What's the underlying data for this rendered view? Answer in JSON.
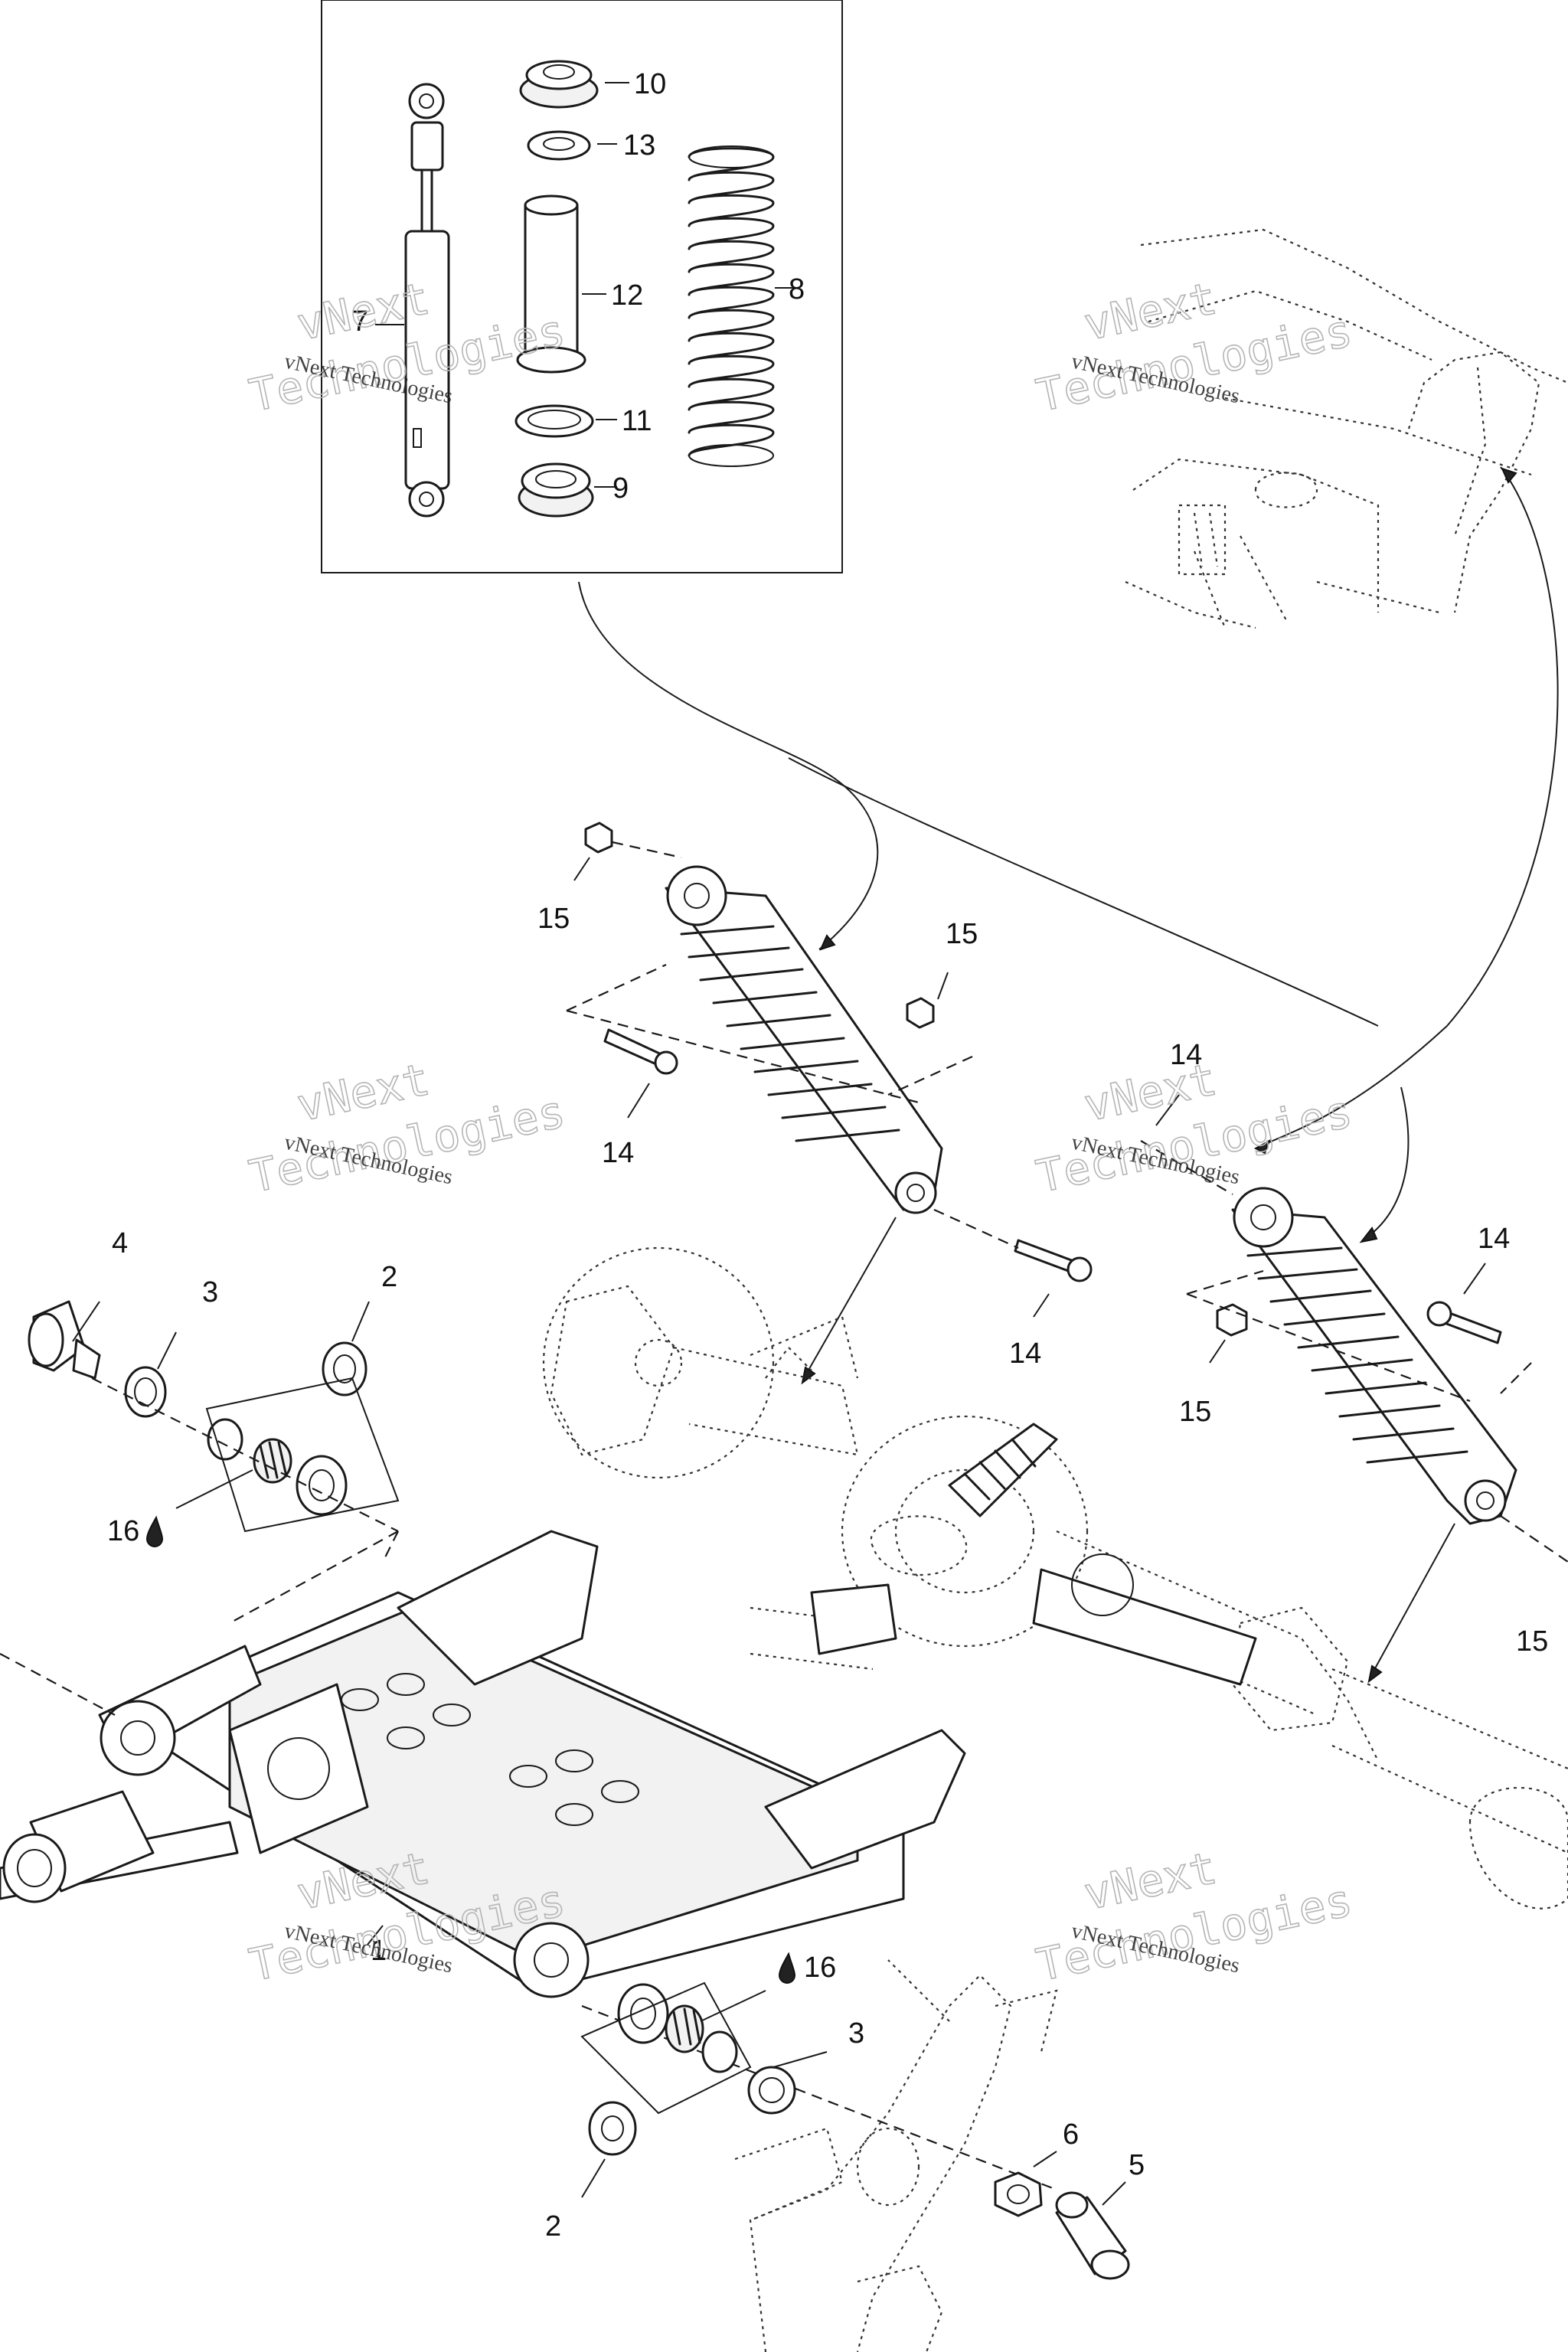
{
  "watermark": {
    "line1": "vNext Technologies",
    "line2": "Technologies",
    "overlay": "vNext"
  },
  "callouts": {
    "c1": "1",
    "c2a": "2",
    "c2b": "2",
    "c3a": "3",
    "c3b": "3",
    "c4": "4",
    "c5": "5",
    "c6": "6",
    "c7": "7",
    "c8": "8",
    "c9": "9",
    "c10": "10",
    "c11": "11",
    "c12": "12",
    "c13": "13",
    "c14a": "14",
    "c14b": "14",
    "c14c": "14",
    "c14d": "14",
    "c15a": "15",
    "c15b": "15",
    "c15c": "15",
    "c15d": "15",
    "c16a": "16",
    "c16b": "16"
  },
  "icons": {
    "lubricant": "oil-drop-icon"
  },
  "colors": {
    "ink": "#1a1a1a",
    "background": "#ffffff",
    "watermark": "#b5b5b5"
  }
}
